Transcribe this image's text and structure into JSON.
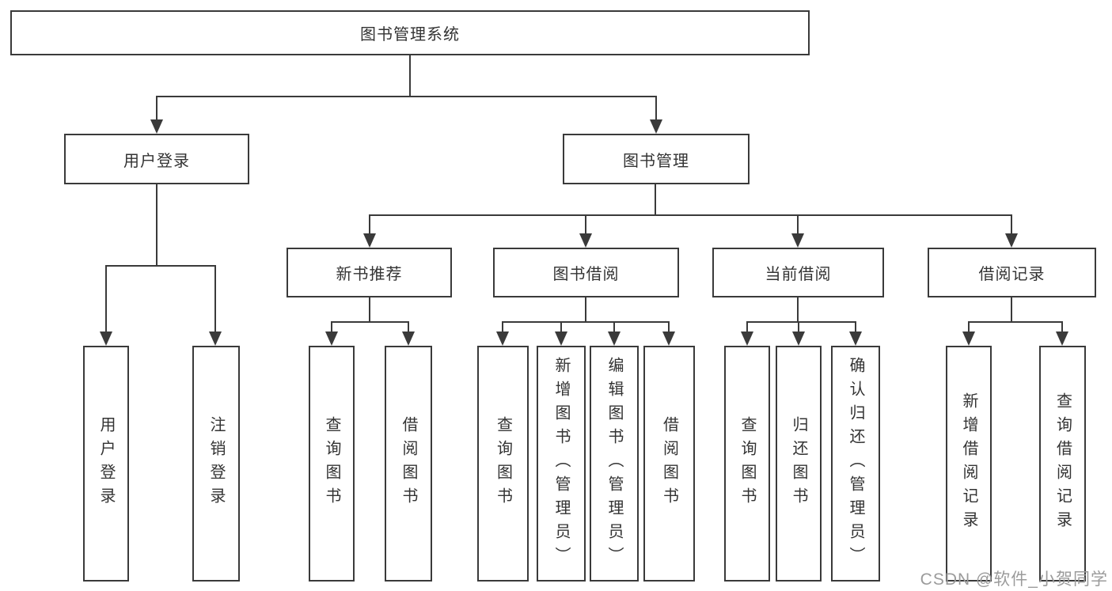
{
  "tree": {
    "root": {
      "label": "图书管理系统"
    },
    "branches": [
      {
        "label": "用户登录",
        "children": [
          {
            "label": "用户登录"
          },
          {
            "label": "注销登录"
          }
        ]
      },
      {
        "label": "图书管理",
        "children": [
          {
            "label": "新书推荐",
            "children": [
              {
                "label": "查询图书"
              },
              {
                "label": "借阅图书"
              }
            ]
          },
          {
            "label": "图书借阅",
            "children": [
              {
                "label": "查询图书"
              },
              {
                "label": "新增图书（管理员）"
              },
              {
                "label": "编辑图书（管理员）"
              },
              {
                "label": "借阅图书"
              }
            ]
          },
          {
            "label": "当前借阅",
            "children": [
              {
                "label": "查询图书"
              },
              {
                "label": "归还图书"
              },
              {
                "label": "确认归还（管理员）"
              }
            ]
          },
          {
            "label": "借阅记录",
            "children": [
              {
                "label": "新增借阅记录"
              },
              {
                "label": "查询借阅记录"
              }
            ]
          }
        ]
      }
    ]
  },
  "watermark": "CSDN @软件_小贺同学",
  "colors": {
    "line": "#3a3a3a",
    "text": "#333333",
    "background": "#ffffff",
    "watermark": "#9b9b9b"
  }
}
